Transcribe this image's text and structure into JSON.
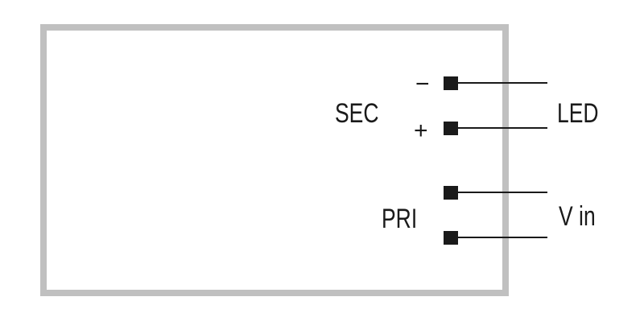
{
  "diagram": {
    "secondary": {
      "label": "SEC",
      "minus_sign": "−",
      "plus_sign": "+",
      "connection_label": "LED"
    },
    "primary": {
      "label": "PRI",
      "connection_label": "V in"
    },
    "colors": {
      "box_border": "#c0c0c0",
      "terminal": "#1a1a1a",
      "wire": "#1a1a1a",
      "text": "#1a1a1a"
    }
  }
}
